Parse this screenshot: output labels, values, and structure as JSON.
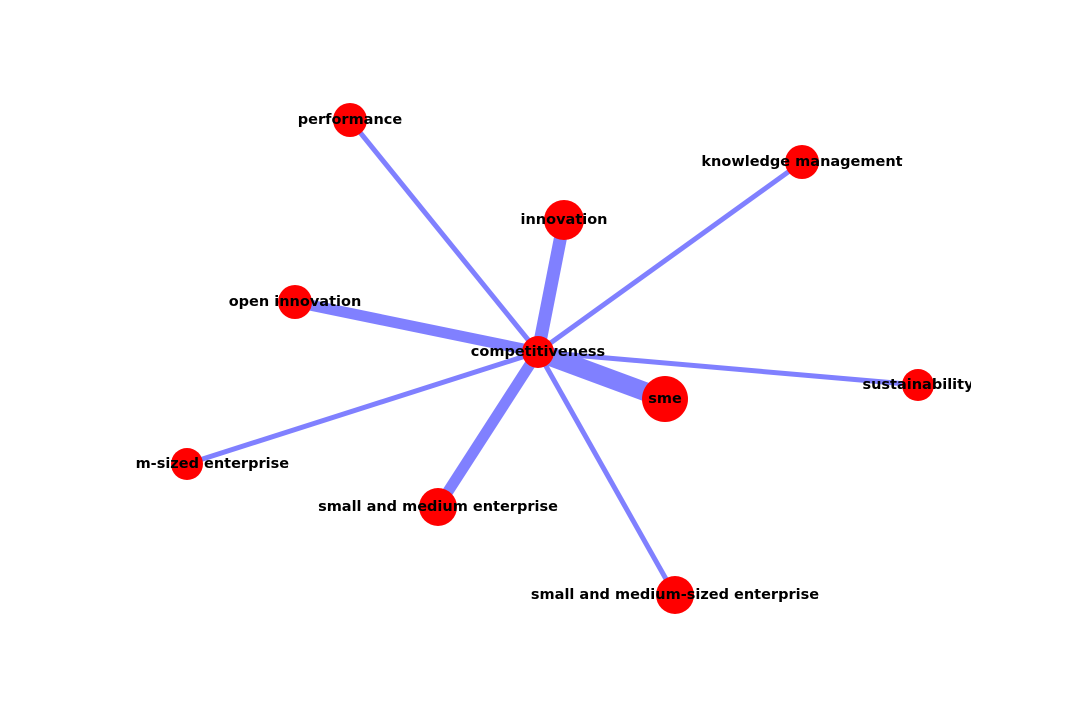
{
  "graph": {
    "center_node": "competitiveness",
    "colors": {
      "node": "#ff0000",
      "edge": "#8080ff",
      "label": "#000000",
      "background": "#ffffff"
    },
    "nodes": [
      {
        "id": "competitiveness",
        "label": "competitiveness"
      },
      {
        "id": "performance",
        "label": "performance"
      },
      {
        "id": "knowledge-management",
        "label": "knowledge management"
      },
      {
        "id": "innovation",
        "label": "innovation"
      },
      {
        "id": "open-innovation",
        "label": "open innovation"
      },
      {
        "id": "sme",
        "label": "sme"
      },
      {
        "id": "sustainability",
        "label": "sustainability"
      },
      {
        "id": "medium-sized-enterprise",
        "label": "medium-sized enterprise"
      },
      {
        "id": "small-and-medium-enterprise",
        "label": "small and medium enterprise"
      },
      {
        "id": "small-and-medium-sized-enterprise",
        "label": "small and medium-sized enterprise"
      }
    ],
    "edges": [
      {
        "source": "competitiveness",
        "target": "performance"
      },
      {
        "source": "competitiveness",
        "target": "knowledge-management"
      },
      {
        "source": "competitiveness",
        "target": "innovation"
      },
      {
        "source": "competitiveness",
        "target": "open-innovation"
      },
      {
        "source": "competitiveness",
        "target": "sme"
      },
      {
        "source": "competitiveness",
        "target": "sustainability"
      },
      {
        "source": "competitiveness",
        "target": "medium-sized-enterprise"
      },
      {
        "source": "competitiveness",
        "target": "small-and-medium-enterprise"
      },
      {
        "source": "competitiveness",
        "target": "small-and-medium-sized-enterprise"
      }
    ]
  }
}
